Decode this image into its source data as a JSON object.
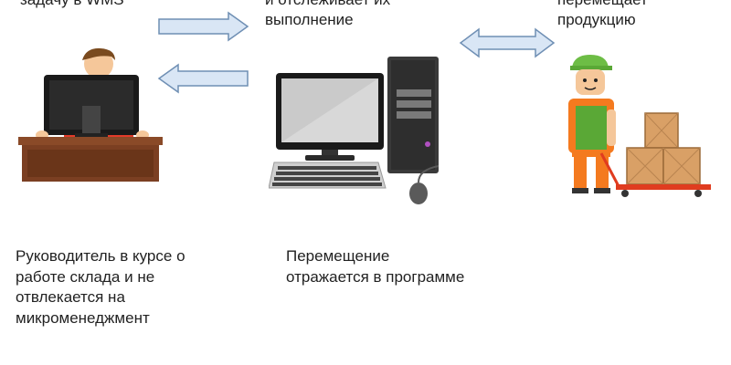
{
  "diagram": {
    "top_left_text": [
      "задачу в WMS"
    ],
    "top_middle_text": [
      "и отслеживает их",
      "выполнение"
    ],
    "top_right_text": [
      "перемещает",
      "продукцию"
    ],
    "caption_left": [
      "Руководитель в курсе о",
      "работе склада и не",
      "отвлекается на",
      "микроменеджмент"
    ],
    "caption_middle": [
      "Перемещение",
      "отражается в программе"
    ]
  },
  "colors": {
    "arrow_fill": "#d9e6f5",
    "arrow_stroke": "#6f8fb4",
    "desk": "#7b3f22",
    "monitor": "#1a1a1a",
    "worker_shirt": "#f47a1f",
    "worker_cap": "#6dbd45",
    "box": "#d9a066",
    "pallet": "#e03c1f"
  },
  "icons": [
    "manager-at-desk-icon",
    "computer-workstation-icon",
    "warehouse-worker-icon"
  ]
}
